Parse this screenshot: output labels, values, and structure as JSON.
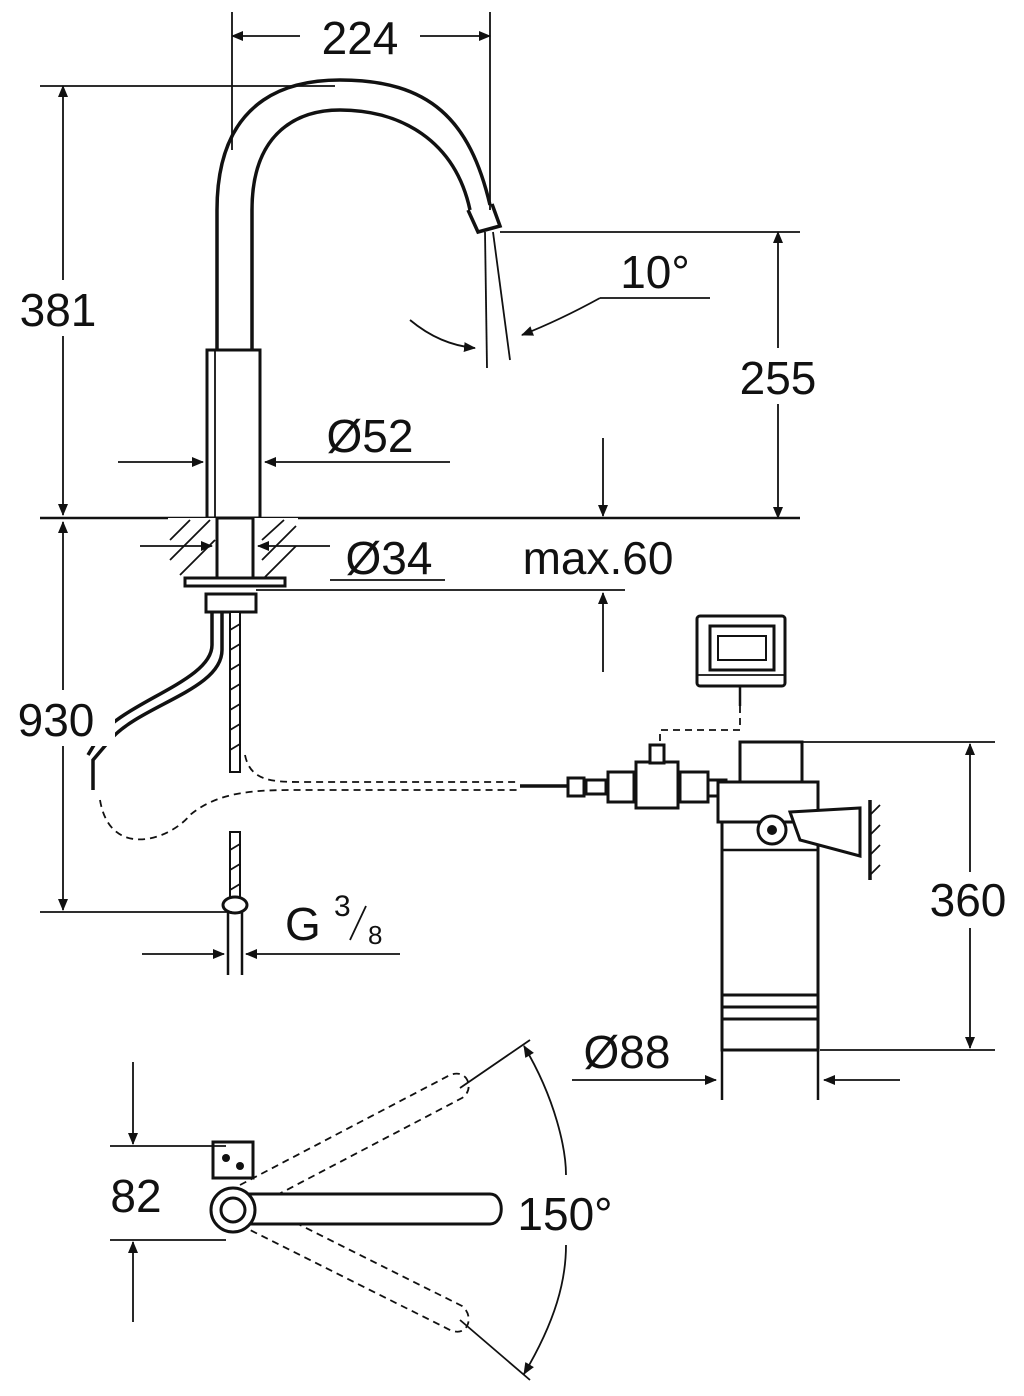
{
  "dimensions": {
    "spout_reach": "224",
    "total_height": "381",
    "spout_angle": "10°",
    "spout_height": "255",
    "body_diameter": "Ø52",
    "mount_diameter": "Ø34",
    "max_thickness": "max.60",
    "hose_length": "930",
    "connection_thread_prefix": "G",
    "connection_thread_num": "3",
    "connection_thread_den": "8",
    "filter_height": "360",
    "filter_diameter": "Ø88",
    "swivel_offset": "82",
    "swivel_angle": "150°"
  }
}
